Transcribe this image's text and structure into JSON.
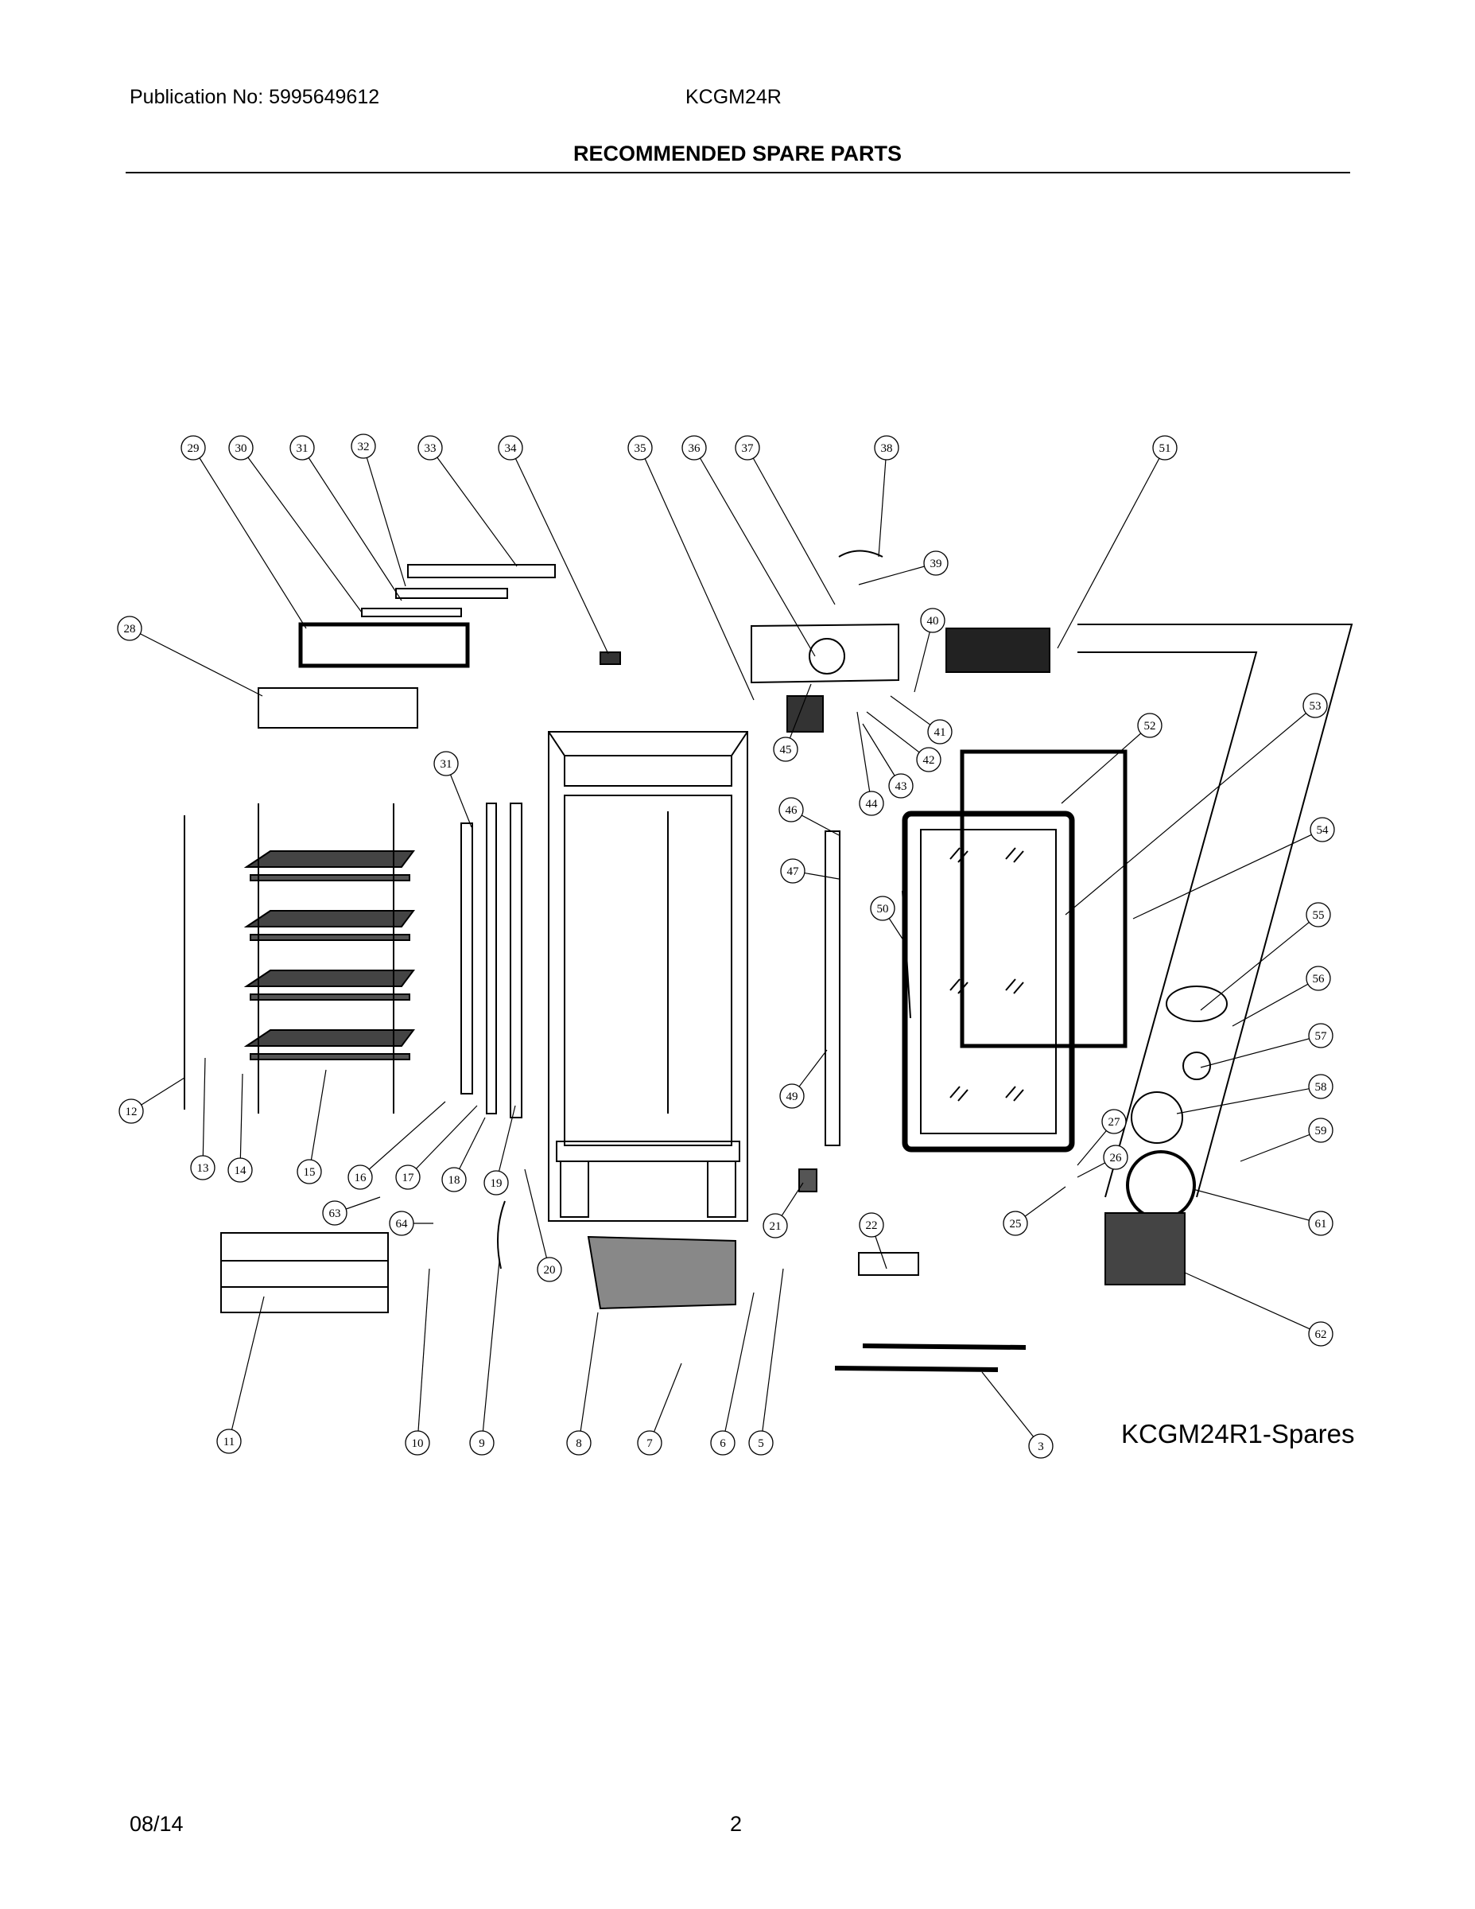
{
  "header": {
    "publication": "Publication No: 5995649612",
    "model": "KCGM24R",
    "title": "RECOMMENDED SPARE PARTS"
  },
  "diagram": {
    "label": "KCGM24R1-Spares",
    "callouts": [
      "29",
      "30",
      "31",
      "32",
      "33",
      "34",
      "35",
      "36",
      "37",
      "38",
      "51",
      "39",
      "40",
      "28",
      "41",
      "42",
      "43",
      "44",
      "45",
      "52",
      "53",
      "31",
      "46",
      "47",
      "54",
      "50",
      "55",
      "56",
      "57",
      "58",
      "12",
      "49",
      "27",
      "59",
      "26",
      "13",
      "14",
      "15",
      "16",
      "17",
      "18",
      "19",
      "25",
      "61",
      "63",
      "21",
      "22",
      "64",
      "20",
      "62",
      "11",
      "10",
      "9",
      "8",
      "7",
      "6",
      "5",
      "3"
    ]
  },
  "footer": {
    "date": "08/14",
    "page": "2"
  }
}
